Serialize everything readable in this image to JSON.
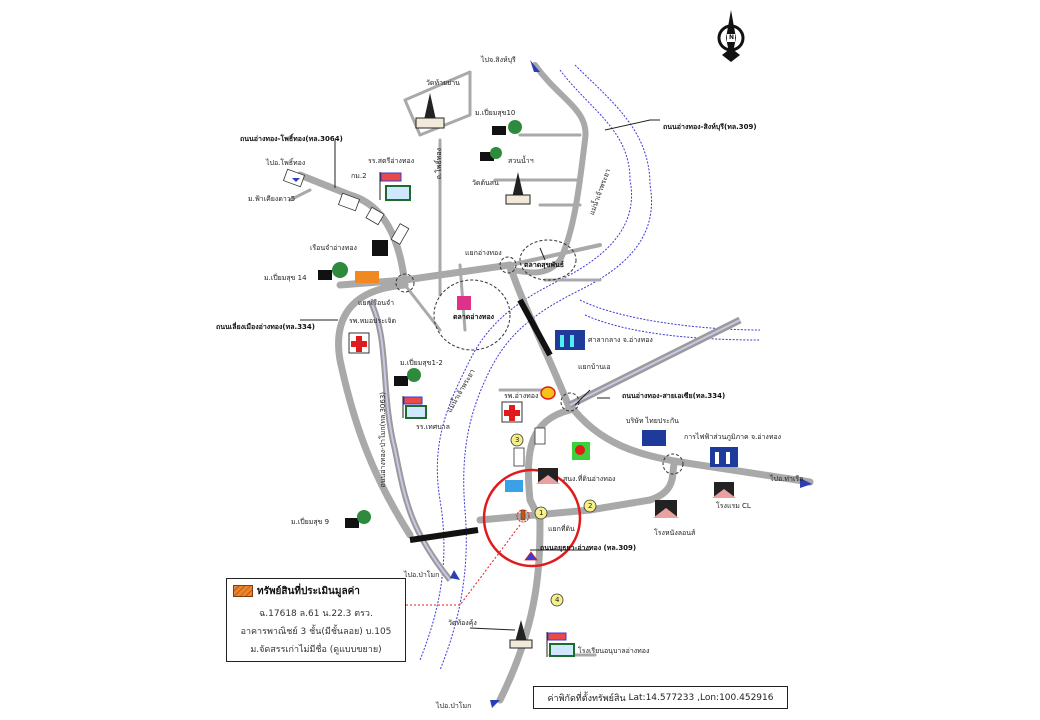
{
  "map": {
    "title": "แผนที่ตั้งทรัพย์สิน",
    "north_label": "N",
    "colors": {
      "road": "#a9a9a9",
      "river": "#3b3bd6",
      "bridge": "#111111",
      "subject_circle": "#e01b1b",
      "pointer": "#e01b1b",
      "highway_334": "#c8c8e8",
      "tree": "#2e8b3e",
      "hospital": "#e01b1b",
      "direction_arrow": "#2a3fb5"
    },
    "roads": {
      "r3064": "ถนนอ่างทอง-โพธิ์ทอง(ทล.3064)",
      "r309_north": "ถนนอ่างทอง-สิงห์บุรี(ทล.309)",
      "r334_bypass": "ถนนเลี่ยงเมืองอ่างทอง(ทล.334)",
      "r334_east": "ถนนอ่างทอง-สายเอเซีย(ทล.334)",
      "r309_south": "ถนนอยุธยา-อ่างทอง (ทล.309)",
      "r3063": "ถนนอ่างทอง-ป่าโมก(ทล.3063)",
      "local": "ถ.โพธิ์ทอง"
    },
    "directions": {
      "to_singburi": "ไปจ.สิงห์บุรี",
      "to_phothong": "ไปอ.โพธิ์ทอง",
      "to_pamok_1": "ไปอ.ป่าโมก",
      "to_pamok_2": "ไปอ.ป่าโมก",
      "to_tharuea": "ไปอ.ท่าเรือ"
    },
    "river_labels": {
      "north": "แม่น้ำเจ้าพระยา",
      "middle": "แม่น้ำเจ้าพระยา"
    },
    "places": {
      "wat_khoi_yan": "วัดท้ายย่าน",
      "village_10": "ม.เปี่ยมสุข10",
      "suan_nam": "สวนน้ำฯ",
      "wat_ton_son": "วัดต้นสน",
      "school_sathri": "รร.สตรีอ่างทอง",
      "km2": "กม.2",
      "village_fah": "ม.ฟ้าเคียงดาว5",
      "prison": "เรือนจำอ่างทอง",
      "village_14": "ม.เปี่ยมสุข 14",
      "junction_prison": "แยกเรือนจำ",
      "junction_angthong": "แยกอ่างทอง",
      "market_suk": "ตลาดสุขพันธ์",
      "market_angthong": "ตลาดอ่างทอง",
      "city_hall": "ศาลากลาง จ.อ่างทอง",
      "junction_ban_tha": "แยกบ้านเอ",
      "hosp_private": "รพ.หมอประเจิด",
      "village_1_2": "ม.เปี่ยมสุข1-2",
      "school_tesaban": "รร.เทศบาล",
      "hosp_angthong": "รพ.อ่างทอง",
      "company": "บริษัท ไทยประกัน",
      "pea": "การไฟฟ้าส่วนภูมิภาค จ.อ่างทอง",
      "land_office": "สนง.ที่ดินอ่างทอง",
      "junction_land": "แยกที่ดิน",
      "hotel_cl": "โรงแรม CL",
      "cinema": "โรงหนังลอนส์",
      "village_9": "ม.เปี่ยมสุข 9",
      "wat_pho": "วัดท้องคุ้ง",
      "school_anuban": "โรงเรียนอนุบาลอ่างทอง",
      "market_logo": "ตลาด"
    },
    "markers": [
      "1",
      "2",
      "3",
      "4"
    ]
  },
  "legend": {
    "title": "ทรัพย์สินที่ประเมินมูลค่า",
    "line1": "ฉ.17618 ล.61 น.22.3 ตรว.",
    "line2": "อาคารพาณิชย์ 3 ชั้น(มีชั้นลอย) บ.105",
    "line3": "ม.จัดสรรเก่าไม่มีชื่อ (ดูแบบขยาย)"
  },
  "coordinates": {
    "label": "ค่าพิกัดที่ตั้งทรัพย์สิน",
    "lat_label": "Lat:",
    "lat": "14.577233",
    "lon_label": ",Lon:",
    "lon": "100.452916"
  }
}
